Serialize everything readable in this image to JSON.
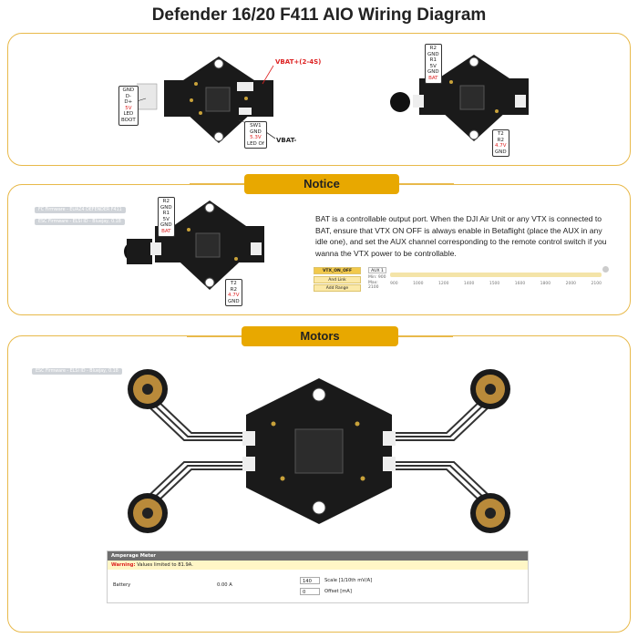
{
  "title": "Defender 16/20 F411 AIO Wiring Diagram",
  "colors": {
    "accent": "#e8a800",
    "border": "#e8b94a",
    "pcb": "#1a1a1a",
    "red": "#d22222"
  },
  "section1": {
    "vbat_plus": "VBAT+(2-4S)",
    "vbat_minus": "VBAT-",
    "left_pins": [
      "GND",
      "D-",
      "D+",
      "5V",
      "LED",
      "BOOT"
    ],
    "bottom_pins": [
      "SW1",
      "GND",
      "5.3V",
      "LED Of"
    ],
    "right_top_pins": [
      "R2",
      "GND",
      "R1",
      "5V",
      "GND",
      "BAT"
    ],
    "right_bottom_pins": [
      "T2",
      "R2",
      "4.7V",
      "GND"
    ]
  },
  "notice": {
    "label": "Notice",
    "chip1": "FC Firmware - EUAZ4 DEFENDER F411",
    "chip2": "ESC Firmware - ELSI ID - Bluejay, 0.18",
    "top_pins": [
      "R2",
      "GND",
      "R1",
      "5V",
      "GND",
      "BAT"
    ],
    "bottom_pins": [
      "T2",
      "R2",
      "4.7V",
      "GND"
    ],
    "text": "BAT is a controllable output port. When the DJI Air Unit or any VTX is connected to BAT, ensure that VTX ON OFF is always enable in Betaflight (place the AUX in any idle one),    and set the AUX channel corresponding to the remote control switch if you wanna the VTX power to be controllable.",
    "config": {
      "rows": [
        "VTX_ON_OFF",
        "And Link",
        "Add Range"
      ],
      "select": "AUX 1",
      "range_lines": [
        "Min: 900",
        "Max: 2100"
      ],
      "ticks": [
        "900",
        "1000",
        "1200",
        "1400",
        "1500",
        "1600",
        "1800",
        "2000",
        "2100"
      ]
    }
  },
  "motors": {
    "label": "Motors",
    "chip": "ESC Firmware - ELSI ID - Bluejay, 0.18",
    "amperage": {
      "header": "Amperage Meter",
      "warning_label": "Warning:",
      "warning_text": "Values limited to 81.9A.",
      "row_label": "Battery",
      "row_value": "0.00 A",
      "scale_value": "140",
      "scale_label": "Scale [1/10th mV/A]",
      "offset_value": "0",
      "offset_label": "Offset [mA]"
    }
  }
}
